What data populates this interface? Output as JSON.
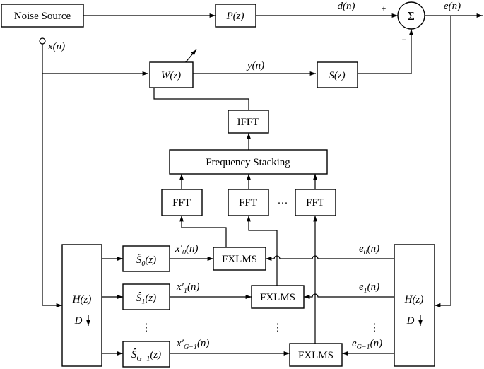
{
  "blocks": {
    "noise_source": "Noise Source",
    "P": "P(z)",
    "W": "W(z)",
    "S": "S(z)",
    "ifft": "IFFT",
    "freq_stack": "Frequency Stacking",
    "fft": "FFT",
    "fxlms": "FXLMS",
    "H": "H(z)",
    "D": "D"
  },
  "signals": {
    "x": "x(n)",
    "d": "d(n)",
    "e": "e(n)",
    "y": "y(n)"
  },
  "sum": {
    "symbol": "Σ",
    "plus": "+",
    "minus": "−"
  },
  "channels": [
    {
      "s_hat": "Ŝ",
      "s_sub": "0",
      "arg": "(z)",
      "x_label": "x′",
      "x_sub": "0",
      "e_label": "e",
      "e_sub": "0",
      "sig_arg": "(n)"
    },
    {
      "s_hat": "Ŝ",
      "s_sub": "1",
      "arg": "(z)",
      "x_label": "x′",
      "x_sub": "1",
      "e_label": "e",
      "e_sub": "1",
      "sig_arg": "(n)"
    },
    {
      "s_hat": "Ŝ",
      "s_sub": "G−1",
      "arg": "(z)",
      "x_label": "x′",
      "x_sub": "G−1",
      "e_label": "e",
      "e_sub": "G−1",
      "sig_arg": "(n)"
    }
  ],
  "ellipsis_h": "···",
  "ellipsis_v": "⋮"
}
